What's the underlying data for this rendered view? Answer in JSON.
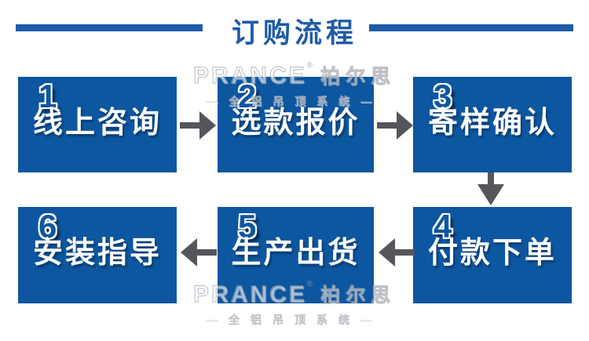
{
  "header": {
    "title": "订购流程"
  },
  "flow": {
    "steps": [
      {
        "num": "1",
        "label": "线上咨询"
      },
      {
        "num": "2",
        "label": "选款报价"
      },
      {
        "num": "3",
        "label": "寄样确认"
      },
      {
        "num": "4",
        "label": "付款下单"
      },
      {
        "num": "5",
        "label": "生产出货"
      },
      {
        "num": "6",
        "label": "安装指导"
      }
    ],
    "arrows": [
      {
        "from": "1",
        "to": "2",
        "direction": "right"
      },
      {
        "from": "2",
        "to": "3",
        "direction": "right"
      },
      {
        "from": "3",
        "to": "4",
        "direction": "down"
      },
      {
        "from": "4",
        "to": "5",
        "direction": "left"
      },
      {
        "from": "5",
        "to": "6",
        "direction": "left"
      }
    ]
  },
  "watermark": {
    "brand": "PRANCE",
    "reg_mark": "®",
    "brand_cn": "柏尔思",
    "tagline": "—全铝吊顶系统—"
  },
  "colors": {
    "box_blue": "#0d56a0",
    "title_blue": "#1e5ba8",
    "arrow_gray": "#55565b",
    "text_white": "#ffffff"
  }
}
